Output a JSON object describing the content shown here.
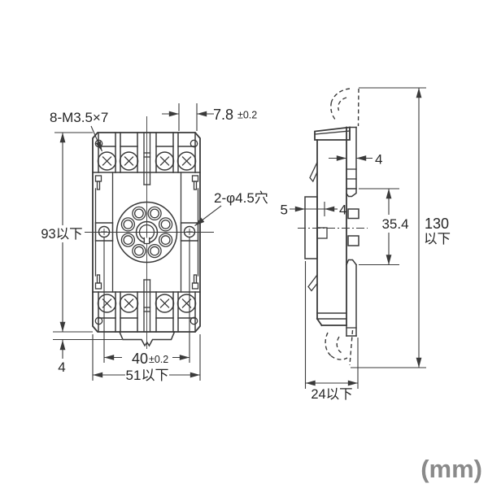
{
  "unit_label": "(mm)",
  "front_view": {
    "terminal_screws_label": "8-M3.5×7",
    "terminal_width_value": "7.8",
    "terminal_width_tolerance": "±0.2",
    "mounting_holes_label": "2-φ4.5穴",
    "overall_height": "93以下",
    "bottom_step_depth": "4",
    "mounting_hole_pitch_value": "40",
    "mounting_hole_pitch_tolerance": "±0.2",
    "overall_width": "51以下"
  },
  "side_view": {
    "din_plate_thickness": "4",
    "front_flange_thickness": "5",
    "body_wall_thickness": "4",
    "din_rail_span": "35.4",
    "max_height_line1": "130",
    "max_height_line2": "以下",
    "overall_depth": "24以下"
  }
}
